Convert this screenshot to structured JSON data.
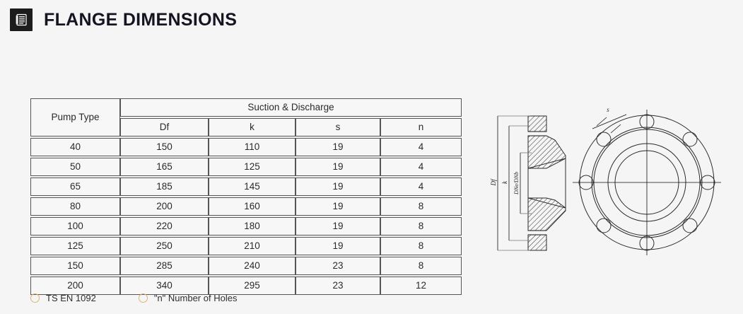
{
  "header": {
    "icon": "document-list-icon",
    "title": "FLANGE DIMENSIONS"
  },
  "table": {
    "group_header": "Suction & Discharge",
    "columns": [
      {
        "key": "type",
        "label": "Pump Type"
      },
      {
        "key": "df",
        "label": "Df"
      },
      {
        "key": "k",
        "label": "k"
      },
      {
        "key": "s",
        "label": "s"
      },
      {
        "key": "n",
        "label": "n"
      }
    ],
    "rows": [
      {
        "type": "40",
        "df": "150",
        "k": "110",
        "s": "19",
        "n": "4"
      },
      {
        "type": "50",
        "df": "165",
        "k": "125",
        "s": "19",
        "n": "4"
      },
      {
        "type": "65",
        "df": "185",
        "k": "145",
        "s": "19",
        "n": "4"
      },
      {
        "type": "80",
        "df": "200",
        "k": "160",
        "s": "19",
        "n": "8"
      },
      {
        "type": "100",
        "df": "220",
        "k": "180",
        "s": "19",
        "n": "8"
      },
      {
        "type": "125",
        "df": "250",
        "k": "210",
        "s": "19",
        "n": "8"
      },
      {
        "type": "150",
        "df": "285",
        "k": "240",
        "s": "23",
        "n": "8"
      },
      {
        "type": "200",
        "df": "340",
        "k": "295",
        "s": "23",
        "n": "12"
      }
    ]
  },
  "legend": {
    "items": [
      {
        "text": "TS EN 1092"
      },
      {
        "text": "\"n\" Number of Holes"
      }
    ],
    "bullet_color": "#e2b274"
  },
  "drawing": {
    "section_labels": {
      "df": "Df",
      "k": "k",
      "bore": "DNe/DNb"
    },
    "front_labels": {
      "s": "s"
    },
    "front_view_holes": 8
  }
}
